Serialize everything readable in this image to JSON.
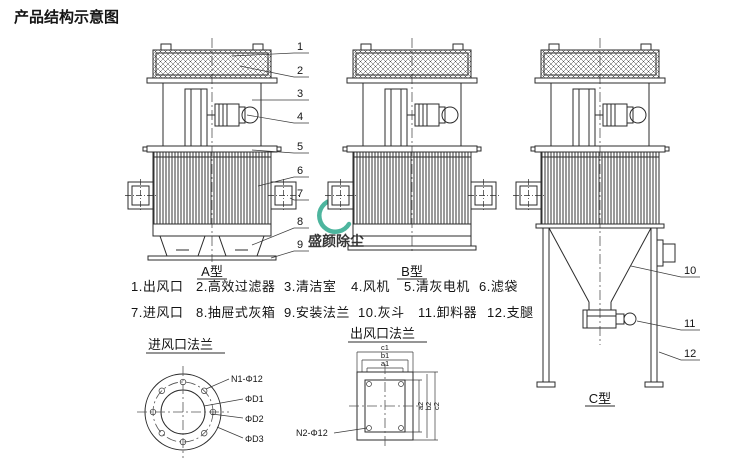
{
  "title": "产品结构示意图",
  "watermark": {
    "text": "盛颜除尘",
    "color": "#2fa98e"
  },
  "machines": {
    "a_label": "A型",
    "b_label": "B型",
    "c_label": "C型"
  },
  "callouts": [
    "1",
    "2",
    "3",
    "4",
    "5",
    "6",
    "7",
    "8",
    "9",
    "10",
    "11",
    "12"
  ],
  "legend": {
    "items": [
      "1.出风口",
      "2.高效过滤器",
      "3.清洁室",
      "4.风机",
      "5.清灰电机",
      "6.滤袋",
      "7.进风口",
      "8.抽屉式灰箱",
      "9.安装法兰",
      "10.灰斗",
      "11.卸料器",
      "12.支腿"
    ]
  },
  "inlet_flange": {
    "title": "进风口法兰",
    "bolt_label": "N1-Φ12",
    "d1": "ΦD1",
    "d2": "ΦD2",
    "d3": "ΦD3"
  },
  "outlet_flange": {
    "title": "出风口法兰",
    "bolt_label": "N2-Φ12",
    "c1": "c1",
    "b1": "b1",
    "a1": "a1",
    "a2": "a2",
    "b2": "b2",
    "c2": "c2"
  }
}
